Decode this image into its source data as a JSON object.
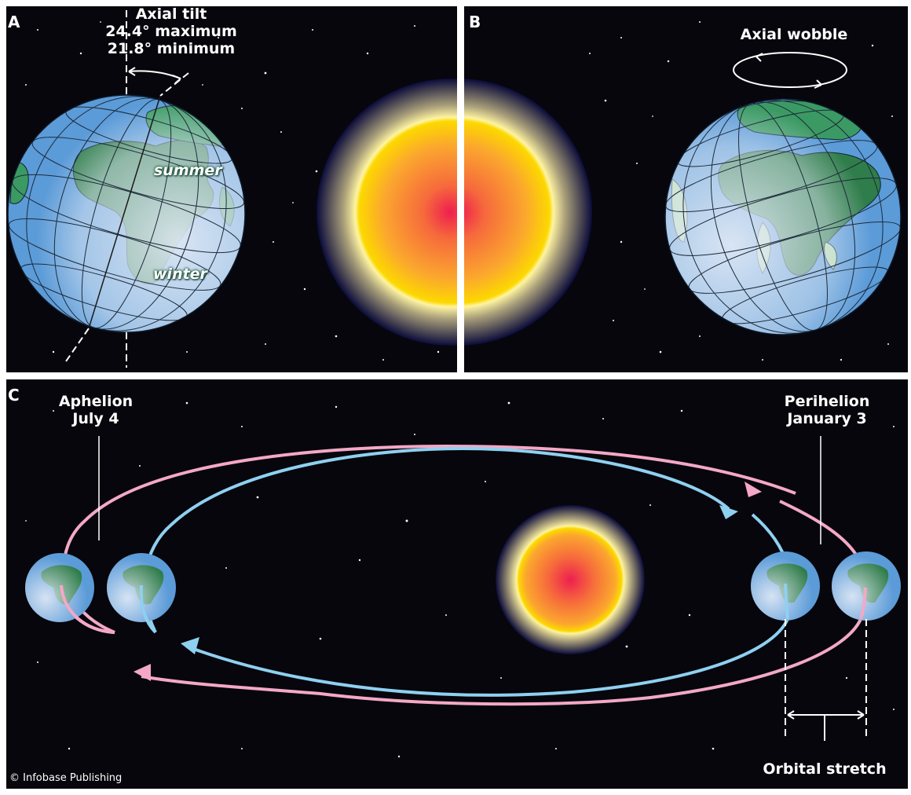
{
  "panels": {
    "a": {
      "letter": "A",
      "tilt_title": "Axial tilt",
      "tilt_max": "24.4° maximum",
      "tilt_min": "21.8° minimum",
      "season_summer": "summer",
      "season_winter": "winter"
    },
    "b": {
      "letter": "B",
      "wobble_title": "Axial wobble"
    },
    "c": {
      "letter": "C",
      "aphelion_title": "Aphelion",
      "aphelion_date": "July 4",
      "perihelion_title": "Perihelion",
      "perihelion_date": "January 3",
      "stretch_label": "Orbital stretch",
      "credit": "© Infobase Publishing"
    }
  },
  "colors": {
    "space": "#06060c",
    "ocean": "#5b9bd8",
    "land": "#2f7d4a",
    "orbit_pink": "#f4a8c6",
    "orbit_blue": "#8fd0f0",
    "sun_core": "#ee1f4f",
    "sun_mid": "#fcd200"
  },
  "icons": [
    "earth-globe-icon",
    "sun-icon",
    "wobble-ellipse-icon",
    "arrow-icon"
  ]
}
